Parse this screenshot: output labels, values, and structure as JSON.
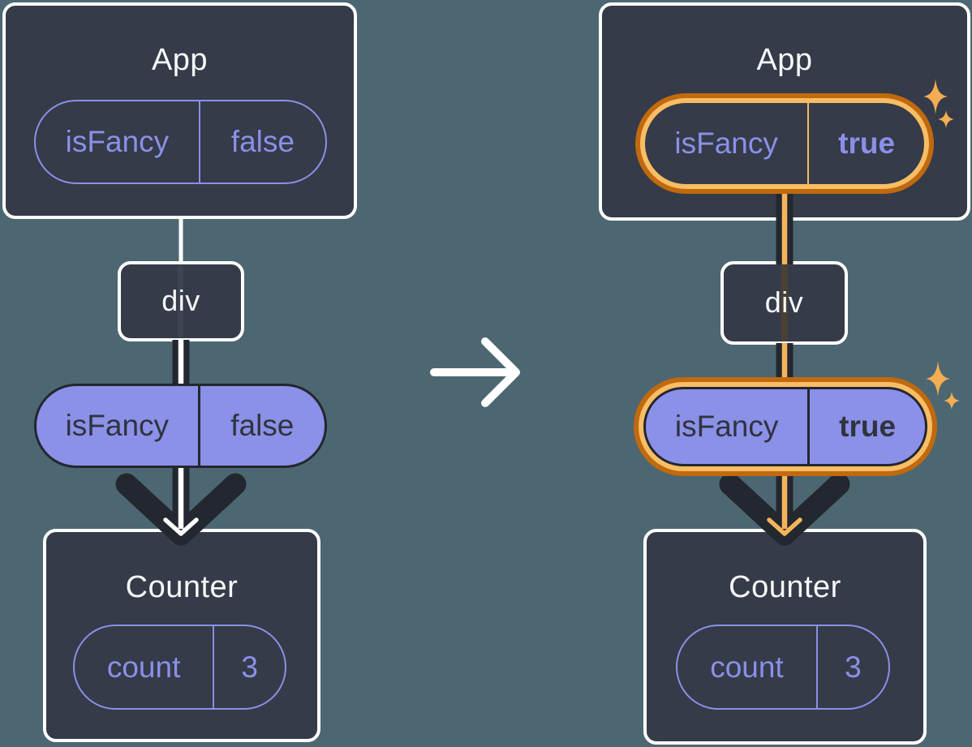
{
  "panels": {
    "before": {
      "app_title": "App",
      "app_pill": {
        "name": "isFancy",
        "value": "false"
      },
      "div_label": "div",
      "prop_pill": {
        "name": "isFancy",
        "value": "false"
      },
      "counter_title": "Counter",
      "counter_pill": {
        "name": "count",
        "value": "3"
      }
    },
    "after": {
      "app_title": "App",
      "app_pill": {
        "name": "isFancy",
        "value": "true"
      },
      "div_label": "div",
      "prop_pill": {
        "name": "isFancy",
        "value": "true"
      },
      "counter_title": "Counter",
      "counter_pill": {
        "name": "count",
        "value": "3"
      }
    }
  },
  "icons": {
    "transition": "arrow-right-icon",
    "prop_flow": "arrow-down-icon",
    "highlight": "sparkle-icon"
  },
  "colors": {
    "background": "#4C6771",
    "card": "#353B48",
    "card_outline": "#FFFFFF",
    "purple": "#8A90E8",
    "purple_fill": "#8B90E8",
    "ink": "#23272F",
    "ink_text": "#2F343E",
    "highlight_orange": "#C0690F",
    "highlight_orange_light": "#F9BD64",
    "sparkle": "#F4AD52"
  }
}
